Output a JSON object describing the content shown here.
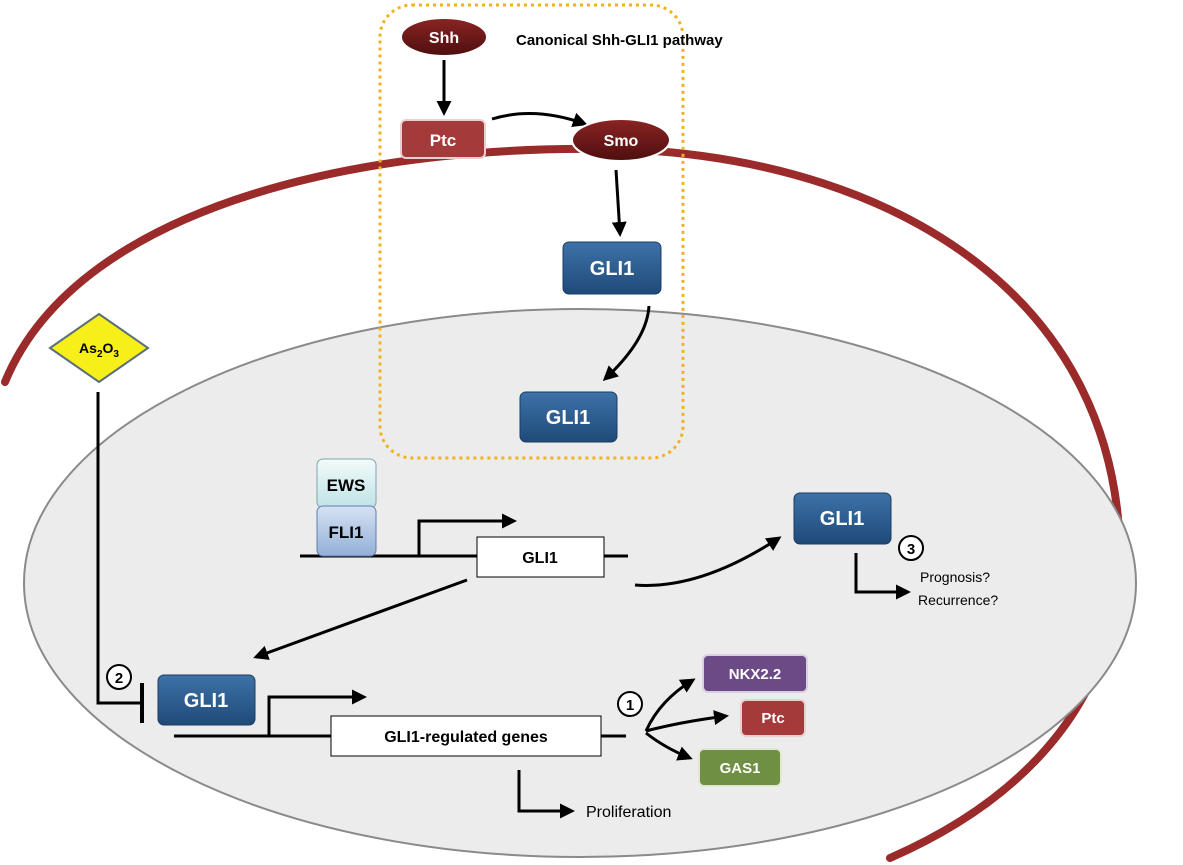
{
  "title": "Canonical Shh-GLI1 pathway",
  "nodes": {
    "shh": "Shh",
    "ptc_membrane": "Ptc",
    "smo": "Smo",
    "gli1_cytoplasm": "GLI1",
    "gli1_nucleus_entry": "GLI1",
    "ews": "EWS",
    "fli1": "FLI1",
    "gli1_gene": "GLI1",
    "gli1_protein_right": "GLI1",
    "gli1_protein_left": "GLI1",
    "gli1_regulated_genes": "GLI1-regulated genes",
    "nkx22": "NKX2.2",
    "ptc_target": "Ptc",
    "gas1": "GAS1"
  },
  "drug": {
    "base": "As",
    "sub1": "2",
    "mid": "O",
    "sub2": "3"
  },
  "markers": {
    "one": "1",
    "two": "2",
    "three": "3"
  },
  "outcomes": {
    "prognosis": "Prognosis?",
    "recurrence": "Recurrence?",
    "proliferation": "Proliferation"
  },
  "colors": {
    "membrane": "#9b2b2b",
    "ligand": "#6b1616",
    "ptc": "#a53a3a",
    "gli": "#2a5b8f",
    "nucleus_fill": "#ececec",
    "nucleus_stroke": "#8a8a8a",
    "pathway_box": "#f0b21d",
    "ews_fill": "#dcf3f3",
    "fli1_fill": "#b8cce8",
    "nkx": "#6c4a86",
    "gas1": "#6f9042",
    "drug": "#f7ef1a"
  }
}
